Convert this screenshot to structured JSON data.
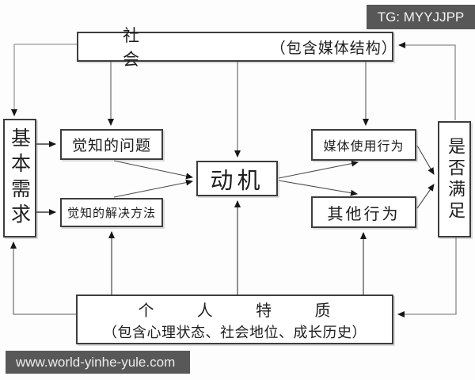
{
  "badge": {
    "text": "TG: MYYJJPP"
  },
  "watermark": {
    "text": "www.world-yinhe-yule.com"
  },
  "nodes": {
    "society": {
      "label": "社 会",
      "note": "（包含媒体结构）"
    },
    "basic_needs": {
      "label": "基本需求"
    },
    "problems": {
      "label": "觉知的问题"
    },
    "solutions": {
      "label": "觉知的解决方法"
    },
    "motivation": {
      "label": "动机"
    },
    "media": {
      "label": "媒体使用行为"
    },
    "other": {
      "label": "其他行为"
    },
    "satisfaction": {
      "label": "是否满足"
    },
    "traits": {
      "label": "个 人 特 质",
      "note": "（包含心理状态、社会地位、成长历史）"
    }
  },
  "edges": [
    {
      "from": "society",
      "to": "basic_needs"
    },
    {
      "from": "society",
      "to": "problems"
    },
    {
      "from": "society",
      "to": "motivation"
    },
    {
      "from": "society",
      "to": "media"
    },
    {
      "from": "satisfaction",
      "to": "society"
    },
    {
      "from": "basic_needs",
      "to": "problems"
    },
    {
      "from": "basic_needs",
      "to": "solutions"
    },
    {
      "from": "problems",
      "to": "motivation"
    },
    {
      "from": "solutions",
      "to": "motivation"
    },
    {
      "from": "motivation",
      "to": "media"
    },
    {
      "from": "motivation",
      "to": "other"
    },
    {
      "from": "media",
      "to": "satisfaction"
    },
    {
      "from": "other",
      "to": "satisfaction"
    },
    {
      "from": "traits",
      "to": "solutions"
    },
    {
      "from": "traits",
      "to": "motivation"
    },
    {
      "from": "traits",
      "to": "other"
    },
    {
      "from": "traits",
      "to": "basic_needs"
    },
    {
      "from": "satisfaction",
      "to": "traits"
    }
  ],
  "colors": {
    "box_border": "#3d3d3d",
    "arrow": "#444444",
    "loop_line": "#8a8a8a",
    "badge_bg": "#575757",
    "watermark_bg": "#585858",
    "background": "#fdfdfd"
  }
}
